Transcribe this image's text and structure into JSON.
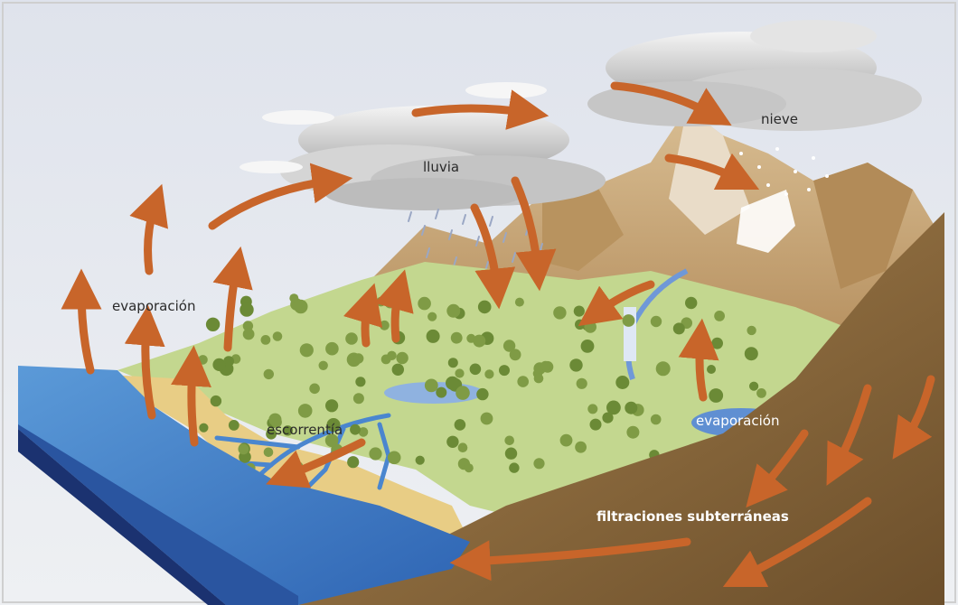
{
  "labels": {
    "lluvia": "lluvia",
    "nieve": "nieve",
    "evaporacion_left": "evaporación",
    "evaporacion_right": "evaporación",
    "escorrentia": "escorrentía",
    "filtraciones": "filtraciones subterráneas"
  },
  "colors": {
    "sky": "#e3e6ee",
    "sea_top": "#3f7fc8",
    "sea_side": "#1f3f86",
    "arrow": "#c8652a",
    "sand": "#e9d08a",
    "grass": "#b9d08a",
    "rock": "#8a6a3e",
    "mountain": "#c8a77a"
  },
  "icons": [
    "cloud-icon",
    "rain-icon",
    "snow-icon",
    "tree-icon",
    "arrow-icon",
    "waterfall-icon"
  ]
}
